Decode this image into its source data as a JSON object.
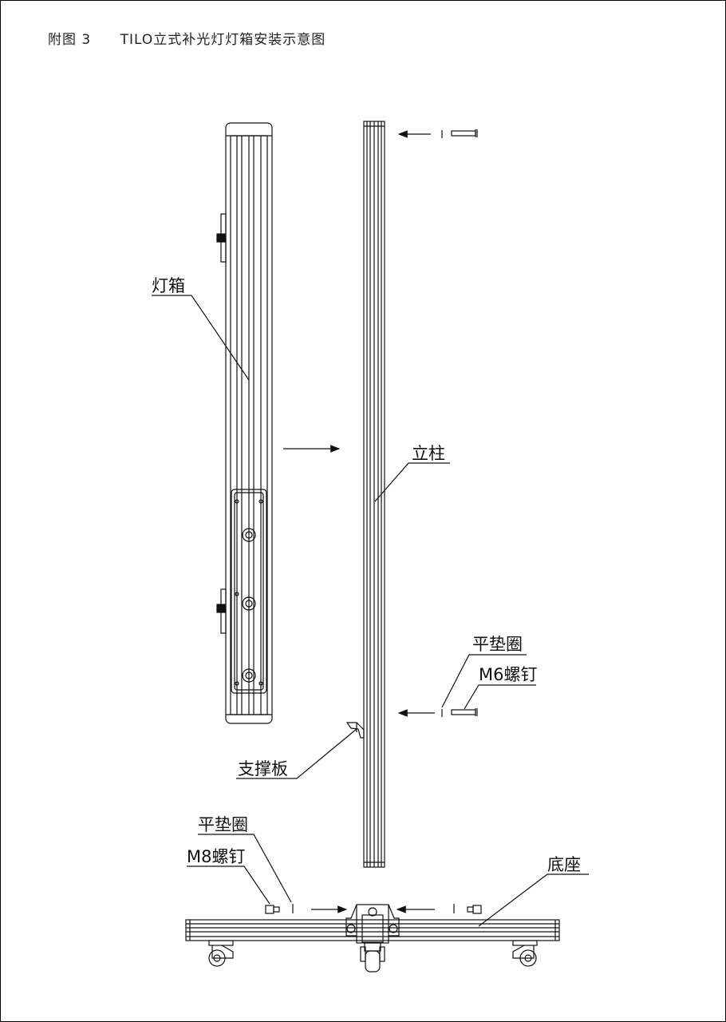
{
  "caption": {
    "figure_no": "附图 3",
    "title": "TILO立式补光灯灯箱安装示意图"
  },
  "labels": {
    "light_box": "灯箱",
    "column": "立柱",
    "flat_washer_top": "平垫圈",
    "m6_screw": "M6螺钉",
    "support_plate": "支撑板",
    "flat_washer_bottom": "平垫圈",
    "m8_screw": "M8螺钉",
    "base": "底座"
  }
}
